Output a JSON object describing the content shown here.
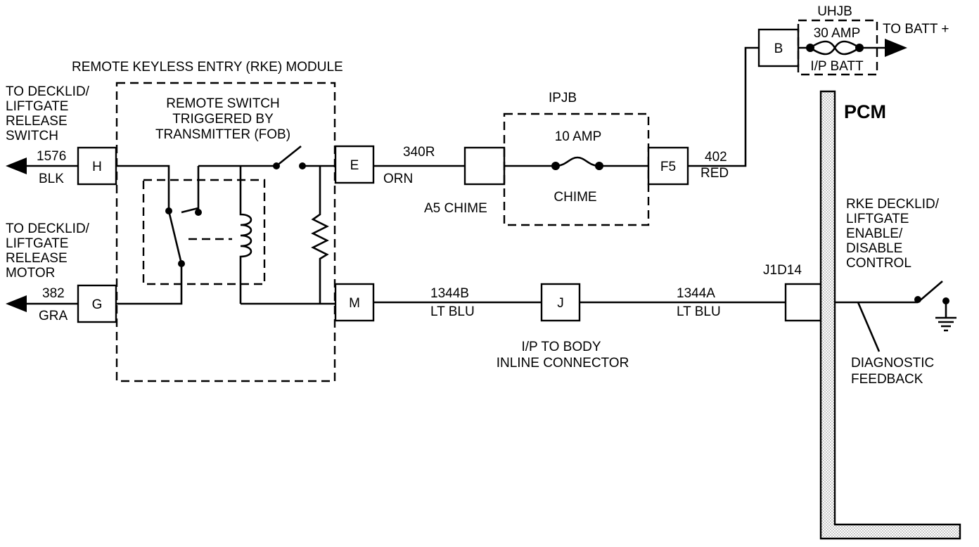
{
  "title_rke_module": "REMOTE KEYLESS ENTRY (RKE) MODULE",
  "remote_switch_label": [
    "REMOTE SWITCH",
    "TRIGGERED BY",
    "TRANSMITTER (FOB)"
  ],
  "to_decklid_release_switch": [
    "TO DECKLID/",
    "LIFTGATE",
    "RELEASE",
    "SWITCH"
  ],
  "to_decklid_release_motor": [
    "TO DECKLID/",
    "LIFTGATE",
    "RELEASE",
    "MOTOR"
  ],
  "connectors": {
    "H": "H",
    "G": "G",
    "E": "E",
    "M": "M",
    "J": "J",
    "F5": "F5",
    "B": "B"
  },
  "wires": {
    "w1576": {
      "circuit": "1576",
      "color": "BLK"
    },
    "w382": {
      "circuit": "382",
      "color": "GRA"
    },
    "w340r": {
      "circuit": "340R",
      "color": "ORN"
    },
    "w402": {
      "circuit": "402",
      "color": "RED"
    },
    "w1344b": {
      "circuit": "1344B",
      "color": "LT BLU"
    },
    "w1344a": {
      "circuit": "1344A",
      "color": "LT BLU"
    }
  },
  "ipjb": {
    "title": "IPJB",
    "fuse_rating": "10 AMP",
    "fuse_name": "CHIME"
  },
  "a5_chime": "A5 CHIME",
  "uhjb": {
    "title": "UHJB",
    "fuse_rating": "30 AMP",
    "fuse_name": "I/P BATT"
  },
  "to_batt": "TO BATT +",
  "pcm": {
    "title": "PCM",
    "pin": "J1D14"
  },
  "rke_control_label": [
    "RKE DECKLID/",
    "LIFTGATE",
    "ENABLE/",
    "DISABLE",
    "CONTROL"
  ],
  "diagnostic_feedback": [
    "DIAGNOSTIC",
    "FEEDBACK"
  ],
  "inline_connector": [
    "I/P TO BODY",
    "INLINE CONNECTOR"
  ]
}
